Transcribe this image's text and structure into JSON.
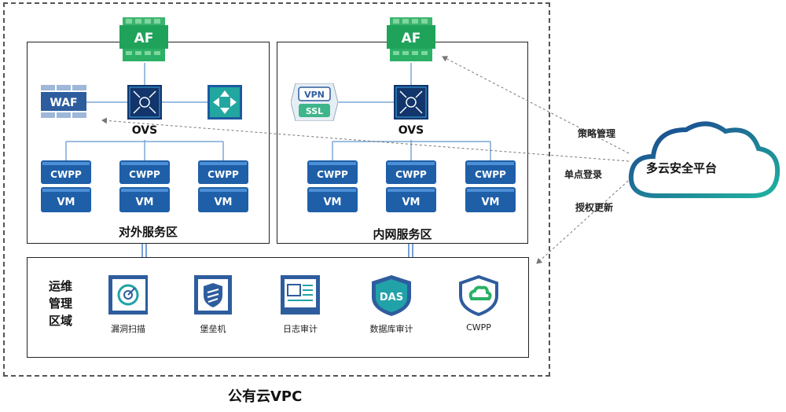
{
  "devices": {
    "af_label": "AF",
    "waf_label": "WAF",
    "vpn_top": "VPN",
    "vpn_bottom": "SSL",
    "ovs_label": "OVS",
    "cwpp_label": "CWPP",
    "vm_label": "VM"
  },
  "zones": {
    "external": "对外服务区",
    "internal": "内网服务区",
    "ops_title": "运维\n管理\n区域",
    "vpc": "公有云VPC"
  },
  "ops_tools": [
    {
      "label": "漏洞扫描",
      "icon": "vuln-scan-icon"
    },
    {
      "label": "堡垒机",
      "icon": "bastion-host-icon"
    },
    {
      "label": "日志审计",
      "icon": "log-audit-icon"
    },
    {
      "label": "数据库审计",
      "icon": "database-audit-icon",
      "badge": "DAS"
    },
    {
      "label": "CWPP",
      "icon": "cwpp-shield-icon"
    }
  ],
  "cloud": {
    "label": "多云安全平台"
  },
  "links": {
    "policy": "策略管理",
    "sso": "单点登录",
    "license": "授权更新"
  },
  "colors": {
    "af_green": "#1fa35a",
    "navy": "#12356b",
    "teal": "#21a2a8",
    "cwpp_blue": "#1f5fa8",
    "cloud_teal": "#1d8e9c"
  }
}
